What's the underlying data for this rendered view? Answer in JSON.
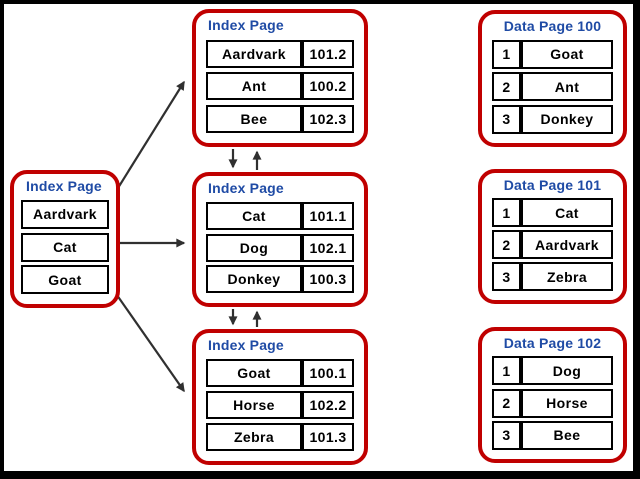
{
  "colors": {
    "page_border": "#C00000",
    "title_text": "#1F4BA5",
    "cell_border": "#000000",
    "arrow": "#303030",
    "frame": "#000000",
    "background": "#FFFFFF"
  },
  "root_index_page": {
    "title": "Index Page",
    "entries": [
      "Aardvark",
      "Cat",
      "Goat"
    ]
  },
  "index_pages": [
    {
      "title": "Index Page",
      "rows": [
        {
          "key": "Aardvark",
          "pointer": "101.2"
        },
        {
          "key": "Ant",
          "pointer": "100.2"
        },
        {
          "key": "Bee",
          "pointer": "102.3"
        }
      ]
    },
    {
      "title": "Index Page",
      "rows": [
        {
          "key": "Cat",
          "pointer": "101.1"
        },
        {
          "key": "Dog",
          "pointer": "102.1"
        },
        {
          "key": "Donkey",
          "pointer": "100.3"
        }
      ]
    },
    {
      "title": "Index Page",
      "rows": [
        {
          "key": "Goat",
          "pointer": "100.1"
        },
        {
          "key": "Horse",
          "pointer": "102.2"
        },
        {
          "key": "Zebra",
          "pointer": "101.3"
        }
      ]
    }
  ],
  "data_pages": [
    {
      "title": "Data Page 100",
      "rows": [
        {
          "slot": "1",
          "value": "Goat"
        },
        {
          "slot": "2",
          "value": "Ant"
        },
        {
          "slot": "3",
          "value": "Donkey"
        }
      ]
    },
    {
      "title": "Data Page 101",
      "rows": [
        {
          "slot": "1",
          "value": "Cat"
        },
        {
          "slot": "2",
          "value": "Aardvark"
        },
        {
          "slot": "3",
          "value": "Zebra"
        }
      ]
    },
    {
      "title": "Data Page 102",
      "rows": [
        {
          "slot": "1",
          "value": "Dog"
        },
        {
          "slot": "2",
          "value": "Horse"
        },
        {
          "slot": "3",
          "value": "Bee"
        }
      ]
    }
  ],
  "connectors": [
    {
      "from": "root-entry-aardvark",
      "to": "index-page-1",
      "bidirectional": false
    },
    {
      "from": "root-entry-cat",
      "to": "index-page-2",
      "bidirectional": false
    },
    {
      "from": "root-entry-goat",
      "to": "index-page-3",
      "bidirectional": false
    },
    {
      "from": "index-page-1",
      "to": "index-page-2",
      "bidirectional": true
    },
    {
      "from": "index-page-2",
      "to": "index-page-3",
      "bidirectional": true
    }
  ]
}
